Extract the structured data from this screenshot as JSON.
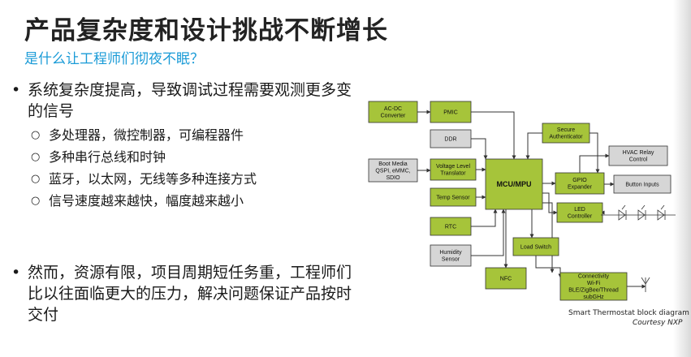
{
  "header": {
    "title": "产品复杂度和设计挑战不断增长",
    "subtitle": "是什么让工程师们彻夜不眠？"
  },
  "bullets": {
    "item1": "系统复杂度提高，导致调试过程需要观测更多变的信号",
    "sub": [
      "多处理器，微控制器，可编程器件",
      "多种串行总线和时钟",
      "蓝牙，以太网，无线等多种连接方式",
      "信号速度越来越快，幅度越来越小"
    ],
    "item2": "然而，资源有限，项目周期短任务重，工程师们比以往面临更大的压力，解决问题保证产品按时交付"
  },
  "diagram": {
    "colors": {
      "green": "#a6c43a",
      "gray": "#d6d6d6",
      "border": "#333333"
    },
    "blocks": {
      "acdc": [
        "AC-DC",
        "Converter"
      ],
      "pmic": [
        "PMIC"
      ],
      "ddr": [
        "DDR"
      ],
      "boot": [
        "Boot Media",
        "QSPI, eMMC,",
        "SDIO"
      ],
      "vlt": [
        "Voltage Level",
        "Translator"
      ],
      "mcu": [
        "MCU/MPU"
      ],
      "temp": [
        "Temp Sensor"
      ],
      "rtc": [
        "RTC"
      ],
      "humidity": [
        "Humidity",
        "Sensor"
      ],
      "nfc": [
        "NFC"
      ],
      "secure": [
        "Secure",
        "Authenticator"
      ],
      "hvac": [
        "HVAC Relay",
        "Control"
      ],
      "gpio": [
        "GPIO",
        "Expander"
      ],
      "buttons": [
        "Button Inputs"
      ],
      "led": [
        "LED",
        "Controller"
      ],
      "load": [
        "Load Switch"
      ],
      "conn": [
        "Connectivity",
        "Wi-Fi",
        "BLE/ZigBee/Thread",
        "subGHz"
      ]
    },
    "caption": "Smart Thermostat block diagram",
    "credit": "Courtesy NXP"
  }
}
